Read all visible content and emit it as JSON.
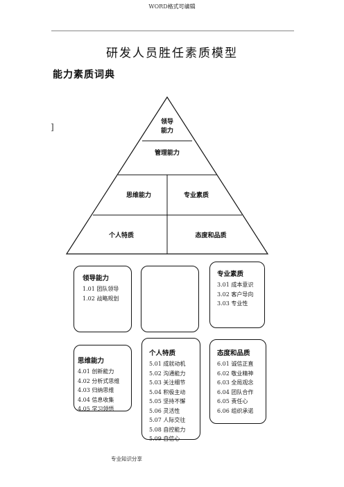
{
  "header": {
    "text": "WORD格式可编辑"
  },
  "title": "研发人员胜任素质模型",
  "subtitle": "能力素质词典",
  "bracket": "]",
  "pyramid": {
    "top_line1": "领导",
    "top_line2": "能力",
    "mid": "管理能力",
    "row3_left": "思维能力",
    "row3_right": "专业素质",
    "row4_left": "个人特质",
    "row4_right": "态度和品质"
  },
  "boxes": {
    "leadership": {
      "title": "领导能力",
      "items": [
        "1.01 团队领导",
        "1.02 战略规划"
      ]
    },
    "professional": {
      "title": "专业素质",
      "items": [
        "3.01 成本意识",
        "3.02 客户导向",
        "3.03 专业性"
      ]
    },
    "thinking": {
      "title": "思维能力",
      "items": [
        "4.01 创新能力",
        "4.02 分析式思维",
        "4.03 归纳思维",
        "4.04 信息收集",
        "4.05 学习领悟"
      ]
    },
    "personal": {
      "title": "个人特质",
      "items": [
        "5.01 成就动机",
        "5.02 沟通能力",
        "5.03 关注细节",
        "5.04 积极主动",
        "5.05 坚持不懈",
        "5.06 灵活性",
        "5.07 人际交往",
        "5.08 自控能力",
        "5.09 自信心"
      ]
    },
    "attitude": {
      "title": "态度和品质",
      "items": [
        "6.01 诚信正直",
        "6.02 敬业精神",
        "6.03 全局观念",
        "6.04 团队合作",
        "6.05 责任心",
        "6.06 组织承诺"
      ]
    }
  },
  "footer": "专业知识分享"
}
